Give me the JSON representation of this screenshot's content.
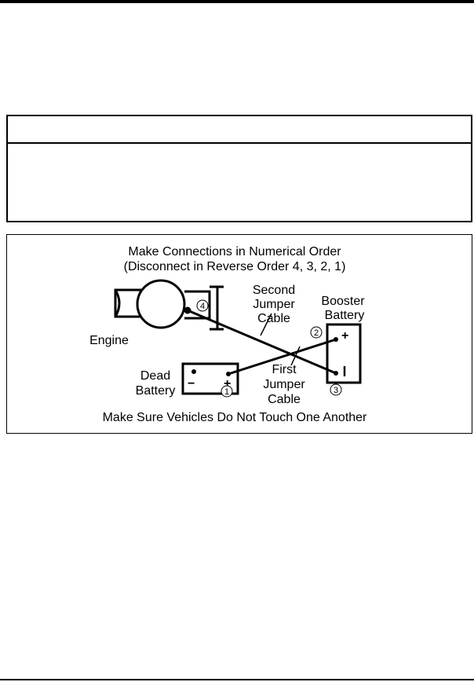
{
  "figure": {
    "title_line1": "Make Connections in Numerical Order",
    "title_line2": "(Disconnect in Reverse Order 4, 3, 2, 1)",
    "second_cable_line1": "Second",
    "second_cable_line2": "Jumper",
    "second_cable_line3": "Cable",
    "booster_line1": "Booster",
    "booster_line2": "Battery",
    "engine": "Engine",
    "dead_line1": "Dead",
    "dead_line2": "Battery",
    "first_cable_line1": "First",
    "first_cable_line2": "Jumper",
    "first_cable_line3": "Cable",
    "caption": "Make Sure Vehicles Do Not Touch One Another",
    "step1": "1",
    "step2": "2",
    "step3": "3",
    "step4": "4",
    "minus_sign": "−",
    "plus_sign": "+"
  }
}
